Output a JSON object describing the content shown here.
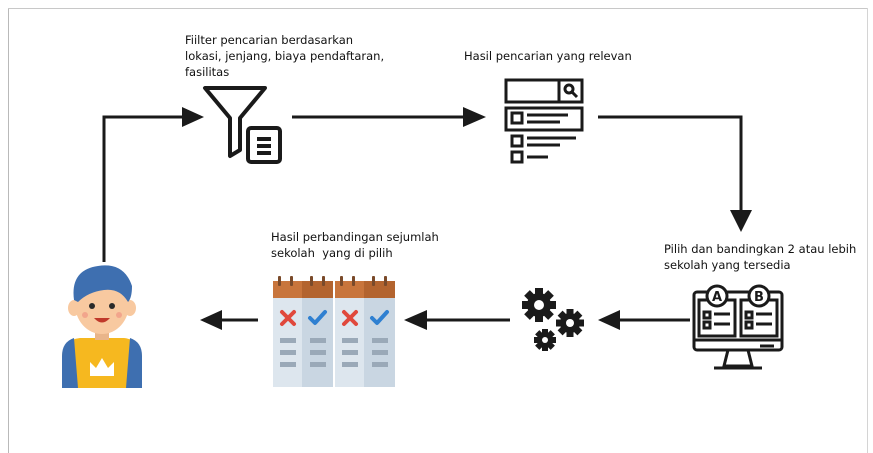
{
  "steps": {
    "filter": {
      "label_lines": [
        "Fiilter pencarian berdasarkan",
        "lokasi, jenjang, biaya pendaftaran,",
        "fasilitas"
      ],
      "icon": "filter-list-icon"
    },
    "results": {
      "label": "Hasil pencarian yang relevan",
      "icon": "search-results-icon"
    },
    "choose": {
      "label_lines": [
        "Pilih dan bandingkan 2 atau lebih",
        "sekolah yang tersedia"
      ],
      "icon": "monitor-compare-ab-icon",
      "badges": [
        "A",
        "B"
      ]
    },
    "process": {
      "icon": "gears-icon"
    },
    "comparison": {
      "label_lines": [
        "Hasil perbandingan sejumlah",
        "sekolah  yang di pilih"
      ],
      "icon": "comparison-table-icon"
    },
    "user": {
      "icon": "student-avatar-icon"
    }
  },
  "colors": {
    "stroke": "#1a1a1a",
    "skin": "#f8c9a0",
    "hair": "#3e6fb0",
    "shirt": "#f6b81f",
    "crown": "#ffffff",
    "header": "#c8753c",
    "cross": "#e0483c",
    "check": "#2f80d1",
    "column": "#dde6ee"
  }
}
